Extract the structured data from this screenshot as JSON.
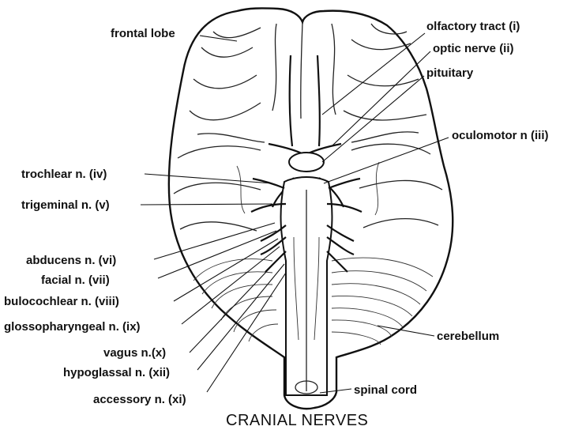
{
  "title": "CRANIAL NERVES",
  "labels": {
    "frontal_lobe": "frontal lobe",
    "olfactory_tract": "olfactory tract (i)",
    "optic_nerve": "optic nerve (ii)",
    "pituitary": "pituitary",
    "oculomotor": "oculomotor n (iii)",
    "trochlear": "trochlear n. (iv)",
    "trigeminal": "trigeminal n. (v)",
    "abducens": "abducens n. (vi)",
    "facial": "facial n. (vii)",
    "bulocochlear": "bulocochlear n. (viii)",
    "glossopharyngeal": "glossopharyngeal n. (ix)",
    "vagus": "vagus n.(x)",
    "hypoglassal": "hypoglassal n. (xii)",
    "accessory": "accessory n. (xi)",
    "cerebellum": "cerebellum",
    "spinal_cord": "spinal cord"
  },
  "colors": {
    "ink": "#111111",
    "paper": "#ffffff"
  }
}
